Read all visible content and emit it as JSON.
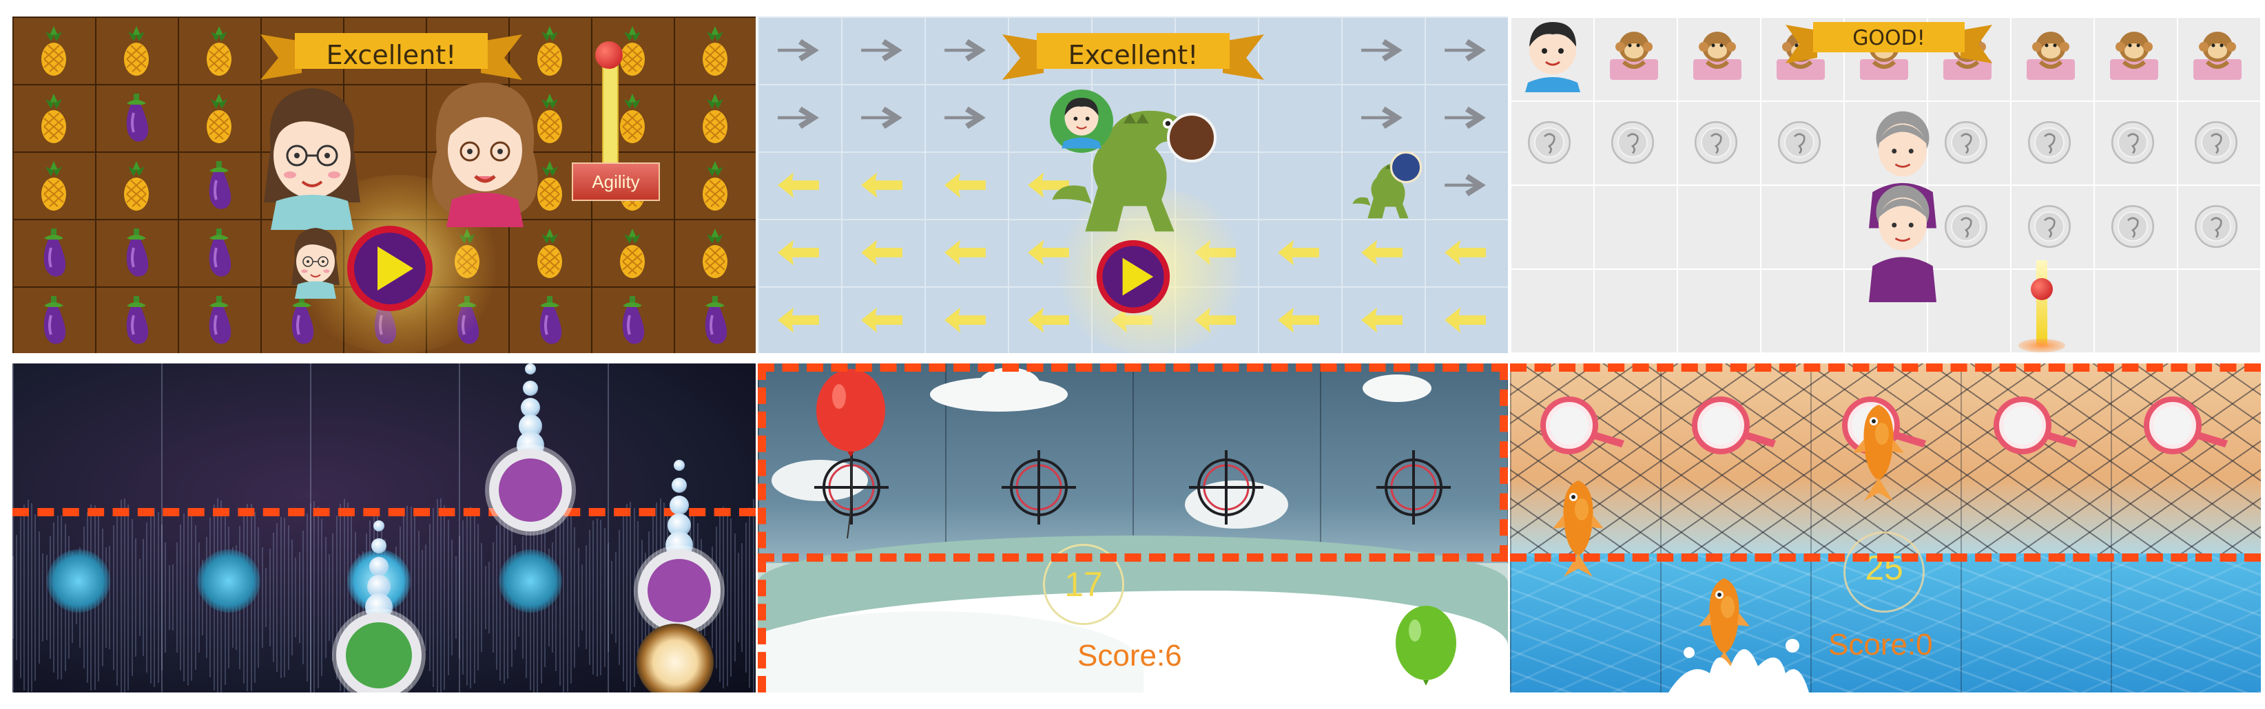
{
  "panels": [
    {
      "id": "pineapple-eggplant",
      "banner": "Excellent!",
      "meter_label": "Agility",
      "grid_cols": 9,
      "grid_rows": 5,
      "icons": [
        "pineapple-icon",
        "eggplant-icon",
        "play-icon",
        "girl-avatar-icon",
        "woman-avatar-icon"
      ]
    },
    {
      "id": "arrow-dinosaur",
      "banner": "Excellent!",
      "grid_cols": 9,
      "grid_rows": 5,
      "icons": [
        "arrow-left-icon",
        "arrow-right-icon",
        "dinosaur-icon",
        "play-icon"
      ]
    },
    {
      "id": "monkey-coin",
      "banner": "GOOD!",
      "grid_cols": 9,
      "icons": [
        "boy-avatar-icon",
        "monkey-icon",
        "coin-icon",
        "grandma-icon"
      ]
    },
    {
      "id": "rhythm-space",
      "icons": [
        "tap-circle-icon",
        "girl-bubble-icon",
        "boy-bubble-icon"
      ]
    },
    {
      "id": "balloon-shooter",
      "timer": "17",
      "score": "Score:6",
      "icons": [
        "crosshair-icon",
        "red-balloon-icon",
        "green-balloon-icon",
        "cloud-icon"
      ]
    },
    {
      "id": "fish-net",
      "timer": "25",
      "score": "Score:0",
      "icons": [
        "net-hole-icon",
        "goldfish-icon",
        "water-splash-icon"
      ]
    }
  ],
  "colors": {
    "banner_gold": "#f3b51c",
    "score_orange": "#f08020",
    "timer_yellow": "#f0d84a",
    "dash_red": "#ff4a14",
    "play_red": "#d1152e",
    "play_yellow": "#f3e014"
  }
}
